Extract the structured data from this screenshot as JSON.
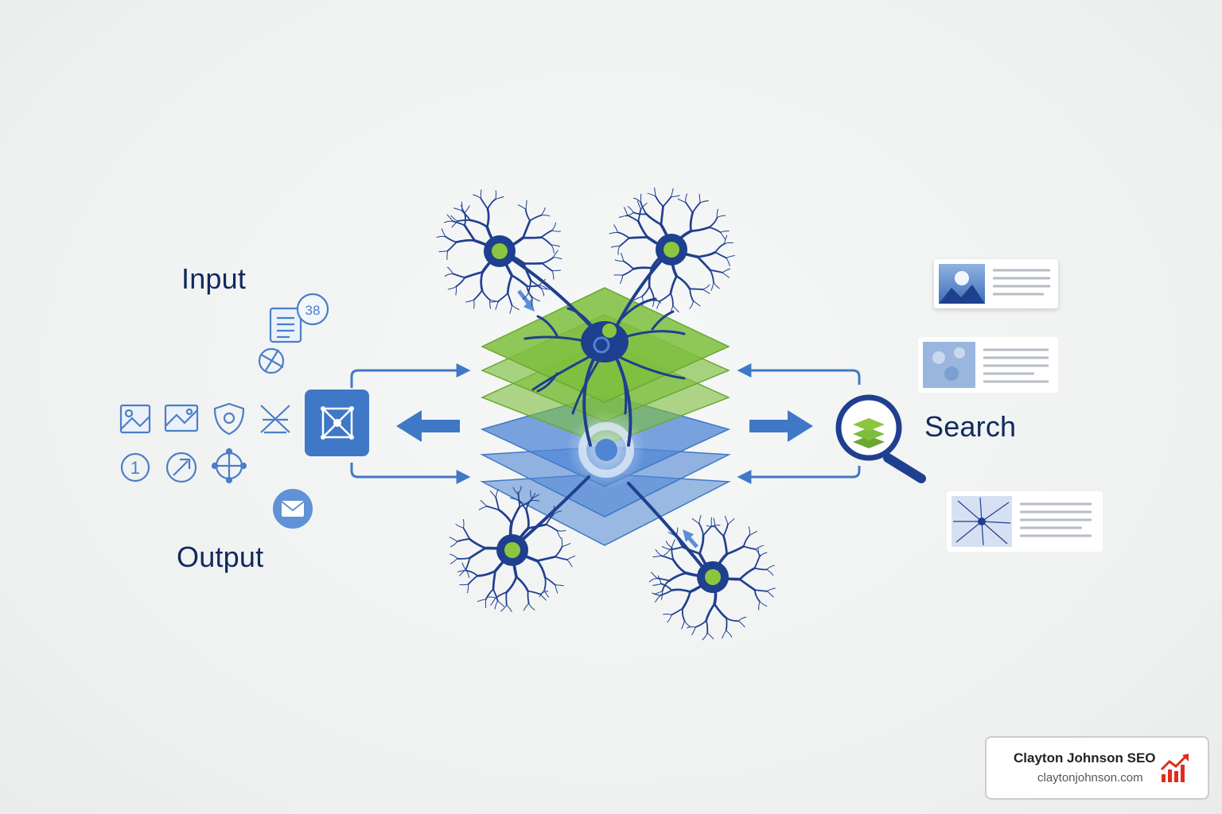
{
  "labels": {
    "input": "Input",
    "output": "Output",
    "search": "Search"
  },
  "input_icons": {
    "badge_number": "38",
    "circled_digit": "1"
  },
  "branding": {
    "name": "Clayton Johnson SEO",
    "url": "claytonjohnson.com",
    "icon": "bar-chart-trend-icon"
  },
  "colors": {
    "navy": "#0f2a5e",
    "neuron_blue": "#1f3f8f",
    "accent_blue": "#3f78c6",
    "layer_green": "#7dbe3c",
    "layer_blue": "#4e86d4",
    "soma_green": "#8cc63f",
    "brand_red": "#e02b20"
  },
  "icons": [
    "document-icon",
    "compass-icon",
    "image-icon",
    "photo-icon",
    "shield-icon",
    "crossed-tool-icon",
    "circled-one-icon",
    "share-arrow-icon",
    "crosshair-icon",
    "envelope-icon",
    "network-node-icon",
    "magnifier-icon",
    "layers-icon"
  ]
}
